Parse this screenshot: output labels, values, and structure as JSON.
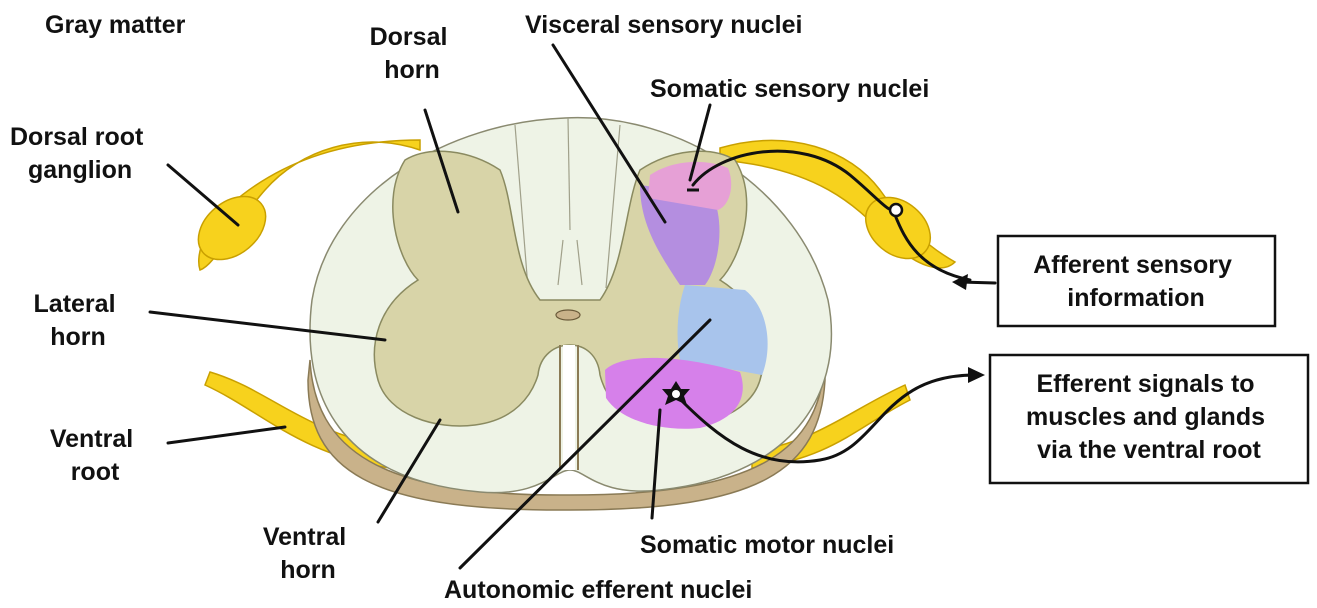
{
  "title": "Gray matter",
  "labels": {
    "dorsal_horn": [
      "Dorsal",
      "horn"
    ],
    "visceral_sensory": "Visceral sensory nuclei",
    "somatic_sensory": "Somatic sensory nuclei",
    "dorsal_root_ganglion": [
      "Dorsal root",
      "ganglion"
    ],
    "lateral_horn": [
      "Lateral",
      "horn"
    ],
    "ventral_root": [
      "Ventral",
      "root"
    ],
    "ventral_horn": [
      "Ventral",
      "horn"
    ],
    "somatic_motor": "Somatic motor nuclei",
    "autonomic_efferent": "Autonomic efferent nuclei"
  },
  "boxes": {
    "afferent": [
      "Afferent sensory",
      "information"
    ],
    "efferent": [
      "Efferent signals to",
      "muscles and glands",
      "via the ventral root"
    ]
  },
  "colors": {
    "white_matter": "#eef3e6",
    "gray_matter": "#d8d4a8",
    "cord_rim": "#c9b28a",
    "nerve": "#f7d21d",
    "visceral_sensory": "#b48ee0",
    "somatic_sensory": "#e6a0d6",
    "autonomic_efferent": "#a8c4ec",
    "somatic_motor": "#d680ea"
  }
}
